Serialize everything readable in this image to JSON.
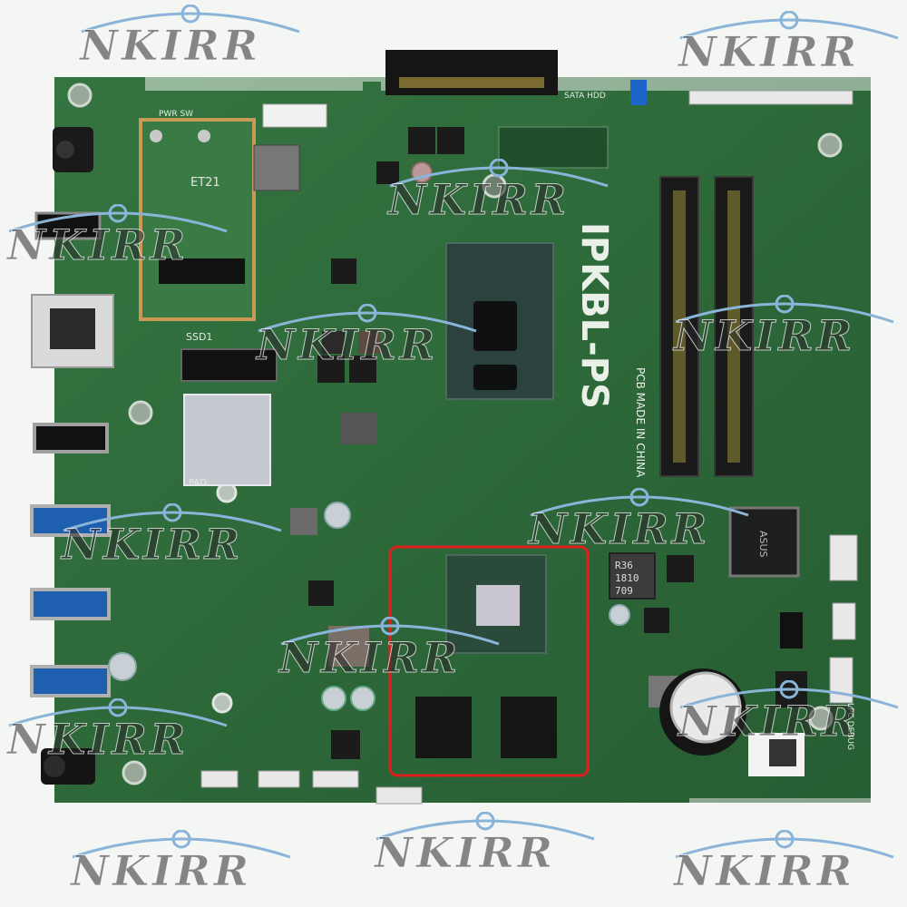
{
  "board": {
    "model_silkscreen": "IPKBL-PS",
    "origin_text": "PCB MADE IN CHINA",
    "slot_label": "ET21",
    "ssd_label": "SSD1",
    "pad_label": "PAD",
    "sata_label": "SATA HDD",
    "header_label": "PWR SW",
    "debug_label": "LPC DEBUG",
    "inductor_label_1": "R36",
    "inductor_label_2": "1810",
    "inductor_label_3": "709",
    "super_io_label": "ASUS"
  },
  "watermark": {
    "text": "NKIRR"
  },
  "colors": {
    "pcb": "#2e6b3a",
    "pcb_dark": "#1f4f2a",
    "highlight": "#e01e1e",
    "chip": "#1c1f1f",
    "cpu": "#2a3d3a"
  }
}
